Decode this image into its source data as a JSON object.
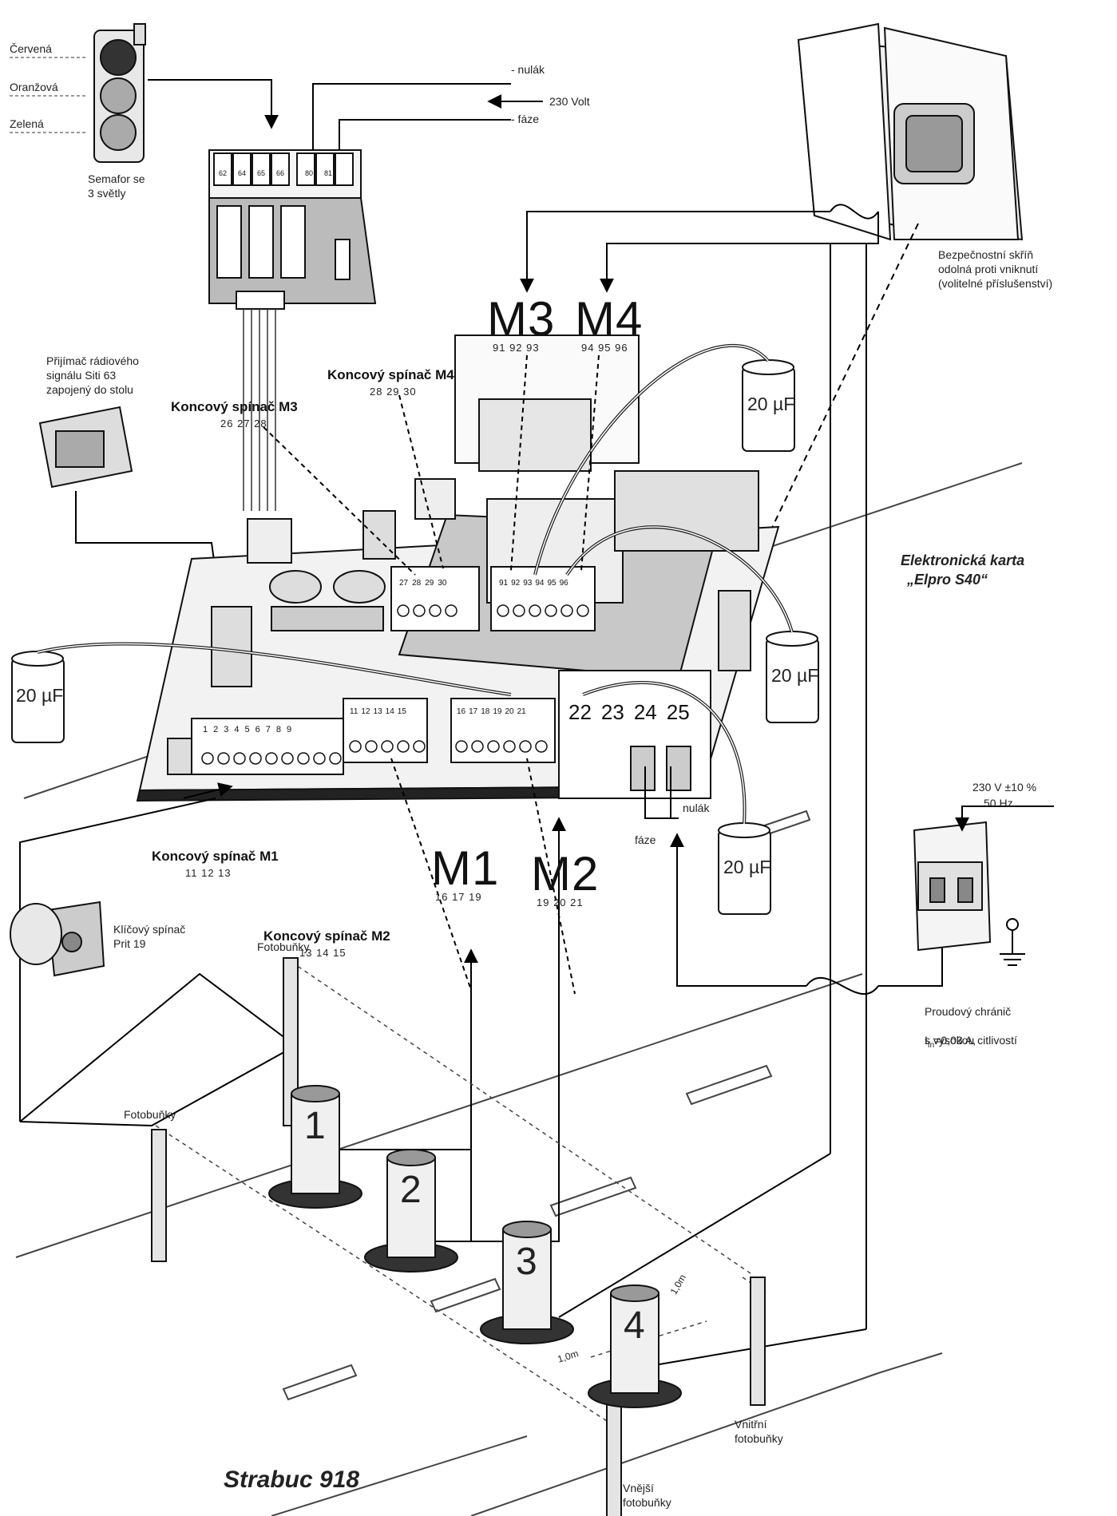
{
  "title": "Strabuc 918",
  "traffic_light": {
    "labels": [
      "Červená",
      "Oranžová",
      "Zelená"
    ],
    "caption": "Semafor se\n3 světly",
    "terminals": [
      "62",
      "64",
      "65",
      "66",
      "80",
      "81"
    ]
  },
  "power_in": {
    "neutral": "- nulák",
    "voltage": "230 Volt",
    "phase": "- fáze"
  },
  "cabinet": {
    "caption": "Bezpečnostní skříň\nodolná proti vniknutí\n(volitelné příslušenství)"
  },
  "receiver": {
    "caption": "Přijímač rádiového\nsignálu Siti 63\nzapojený do stolu"
  },
  "board": {
    "caption_line1": "Elektronická karta",
    "caption_line2": "„Elpro S40“"
  },
  "motors": [
    {
      "name": "M1",
      "terminals": "16 17 19"
    },
    {
      "name": "M2",
      "terminals": "19 20 21"
    },
    {
      "name": "M3",
      "terminals": "91 92 93"
    },
    {
      "name": "M4",
      "terminals": "94 95 96"
    }
  ],
  "limit_switches": [
    {
      "label": "Koncový spínač M1",
      "terminals": "11 12 13"
    },
    {
      "label": "Koncový spínač M2",
      "terminals": "13 14 15"
    },
    {
      "label": "Koncový spínač M3",
      "terminals": "26 27 28"
    },
    {
      "label": "Koncový spínač M4",
      "terminals": "28 29 30"
    }
  ],
  "terminal_block_1": [
    "1",
    "2",
    "3",
    "4",
    "5",
    "6",
    "7",
    "8",
    "9"
  ],
  "terminal_block_2": [
    "11",
    "12",
    "13",
    "14",
    "15"
  ],
  "terminal_block_3": [
    "16",
    "17",
    "18",
    "19",
    "20",
    "21"
  ],
  "terminal_block_m4": [
    "27",
    "28",
    "29",
    "30"
  ],
  "terminal_block_m3": [
    "91",
    "92",
    "93",
    "94",
    "95",
    "96"
  ],
  "power_terminals": [
    "22",
    "23",
    "24",
    "25"
  ],
  "capacitor_label": "20 µF",
  "supply_terminals": {
    "neutral": "nulák",
    "phase": "fáze"
  },
  "key_switch": {
    "caption": "Klíčový spínač\nPrit 19"
  },
  "breaker": {
    "rating_line1": "230 V ±10 %",
    "rating_line2": "50 Hz",
    "caption_line1": "Proudový chránič",
    "caption_line2_prefix": "I",
    "caption_line2_sub": "fn",
    "caption_line2_suffix": "=0,03 A,",
    "caption_line3": "s vysokou citlivostí"
  },
  "photocells": {
    "upper": "Fotobuňky",
    "lower": "Fotobuňky",
    "inner": "Vnitřní\nfotobuňky",
    "outer": "Vnější\nfotobuňky"
  },
  "dimensions": [
    "1,0m",
    "1,0m"
  ],
  "bollards": [
    "1",
    "2",
    "3",
    "4"
  ]
}
